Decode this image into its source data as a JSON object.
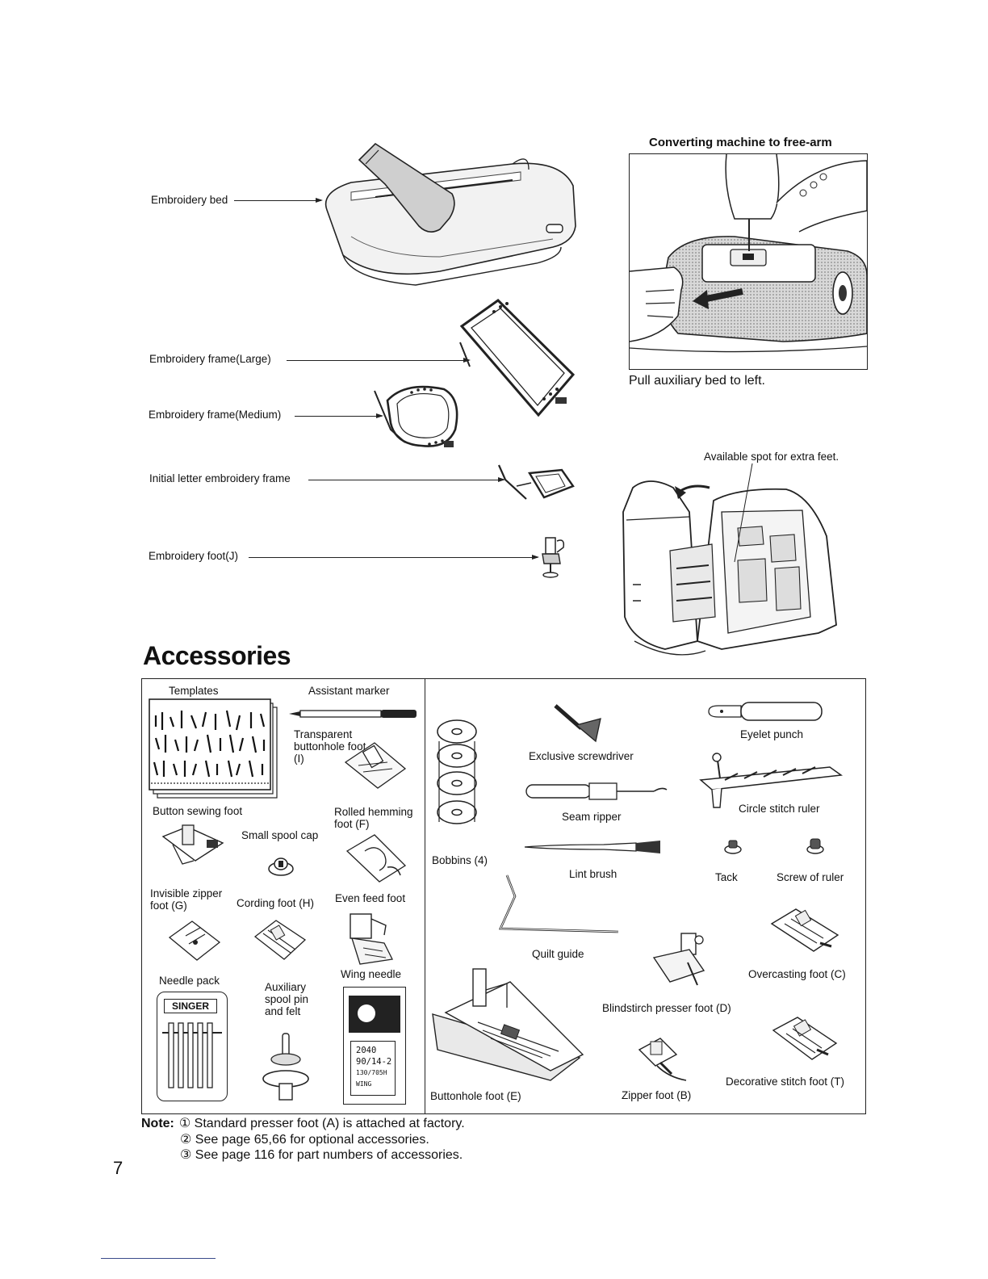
{
  "embroidery_parts": {
    "bed": "Embroidery bed",
    "frame_large": "Embroidery frame(Large)",
    "frame_medium": "Embroidery frame(Medium)",
    "initial_frame": "Initial letter embroidery frame",
    "foot_j": "Embroidery foot(J)"
  },
  "freearm": {
    "title": "Converting machine to free-arm",
    "caption": "Pull auxiliary bed to left.",
    "spot_label": "Available spot for extra feet."
  },
  "accessories": {
    "heading": "Accessories",
    "templates": "Templates",
    "assistant_marker": "Assistant marker",
    "transparent_buttonhole": "Transparent buttonhole foot (I)",
    "button_sewing_foot": "Button sewing foot",
    "rolled_hemming": "Rolled hemming foot (F)",
    "small_spool_cap": "Small spool cap",
    "invisible_zipper": "Invisible zipper foot (G)",
    "cording_foot": "Cording foot (H)",
    "even_feed_foot": "Even feed foot",
    "needle_pack": "Needle pack",
    "needle_brand": "SINGER",
    "auxiliary_spool": "Auxiliary spool pin and felt",
    "wing_needle": "Wing needle",
    "wing_pack_text": [
      "2040",
      "90/14-2",
      "130/705H",
      "WING"
    ],
    "bobbins": "Bobbins (4)",
    "exclusive_screwdriver": "Exclusive screwdriver",
    "eyelet_punch": "Eyelet punch",
    "seam_ripper": "Seam ripper",
    "circle_stitch_ruler": "Circle stitch ruler",
    "lint_brush": "Lint brush",
    "tack": "Tack",
    "screw_of_ruler": "Screw of ruler",
    "quilt_guide": "Quilt guide",
    "overcasting_foot": "Overcasting foot (C)",
    "blindstitch_foot": "Blindstirch presser foot (D)",
    "buttonhole_foot": "Buttonhole foot (E)",
    "zipper_foot": "Zipper foot (B)",
    "decorative_foot": "Decorative stitch foot (T)"
  },
  "note": {
    "label": "Note:",
    "line1": "① Standard presser foot (A) is attached at factory.",
    "line2": "② See page 65,66 for optional accessories.",
    "line3": "③ See page 116 for part numbers of accessories."
  },
  "page_number": "7"
}
